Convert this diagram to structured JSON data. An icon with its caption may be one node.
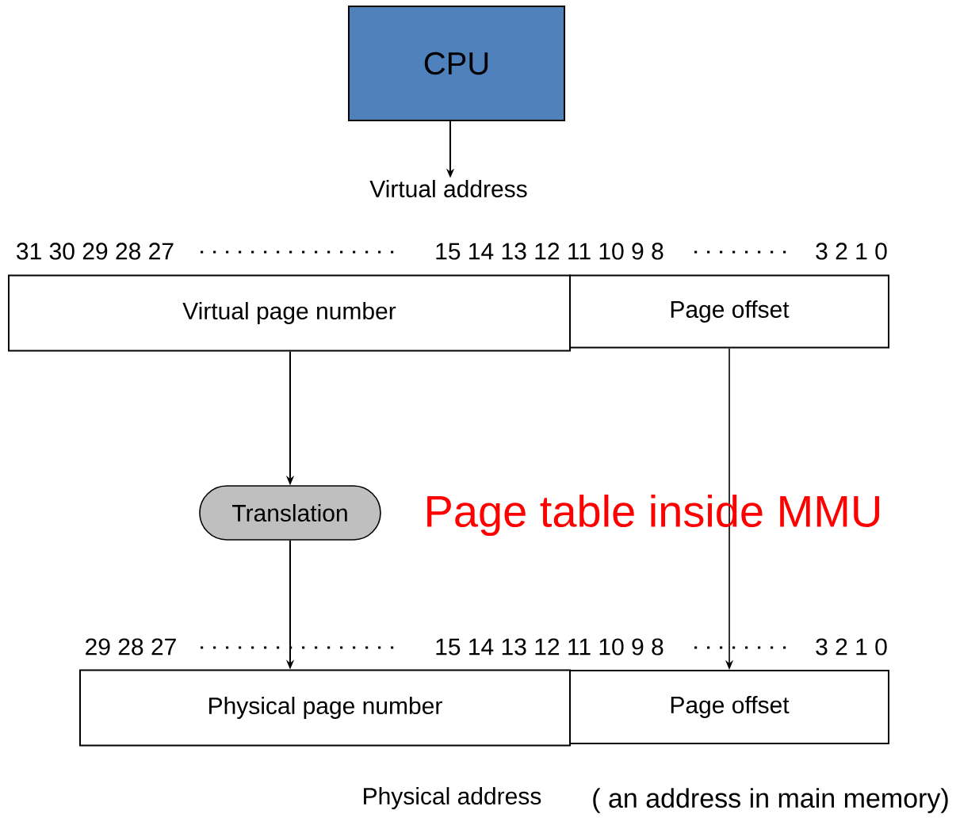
{
  "diagram": {
    "nodes": [
      {
        "text": [
          "CPU"
        ]
      },
      {
        "text": [
          "Virtual address"
        ]
      },
      {
        "text": [
          "Virtual page number"
        ]
      },
      {
        "text": [
          "Page offset"
        ]
      },
      {
        "text": [
          "Translation"
        ]
      },
      {
        "text": [
          "Physical page number"
        ]
      },
      {
        "text": [
          "Page offset"
        ]
      }
    ],
    "edges": [
      {
        "from": 0,
        "to": 1,
        "arrow": "to"
      },
      {
        "from": 2,
        "to": 4,
        "arrow": "to"
      },
      {
        "from": 4,
        "to": 5,
        "arrow": "to"
      },
      {
        "from": 3,
        "to": 6,
        "arrow": "to"
      }
    ],
    "labels": [
      "31 30 29 28 27",
      "15 14 13 12 11 10 9 8",
      "3 2 1 0",
      "Page table inside MMU",
      "29 28 27",
      "15 14 13 12 11 10 9 8",
      "3 2 1 0",
      "Physical address",
      "( an address in main memory)"
    ]
  }
}
